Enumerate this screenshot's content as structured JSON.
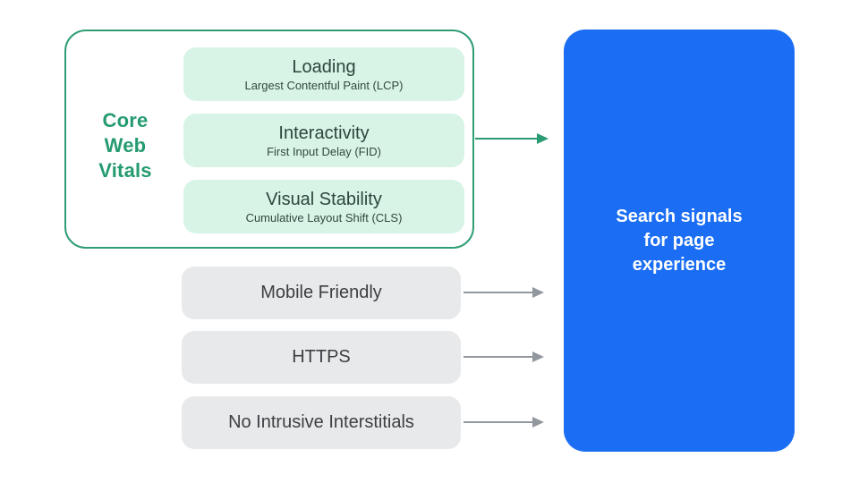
{
  "diagram": {
    "title_implicit": "Search signals for page experience diagram",
    "core_web_vitals": {
      "label": "Core\nWeb\nVitals",
      "cards": [
        {
          "title": "Loading",
          "subtitle": "Largest Contentful Paint (LCP)"
        },
        {
          "title": "Interactivity",
          "subtitle": "First Input Delay (FID)"
        },
        {
          "title": "Visual Stability",
          "subtitle": "Cumulative Layout Shift (CLS)"
        }
      ]
    },
    "other_signals": [
      {
        "label": "Mobile Friendly"
      },
      {
        "label": "HTTPS"
      },
      {
        "label": "No Intrusive Interstitials"
      }
    ],
    "result_box": {
      "label": "Search signals\nfor page\nexperience"
    },
    "colors": {
      "accent_green": "#2a9b72",
      "green_text": "#259b70",
      "card_green_fill": "#d7f4e6",
      "card_text_dark": "#2c463d",
      "result_blue": "#1b6ef3",
      "result_text": "#ffffff",
      "signal_gray_fill": "#e8e9eb",
      "signal_text": "#3c4043",
      "arrow_gray": "#92989e",
      "background": "#ffffff"
    }
  }
}
